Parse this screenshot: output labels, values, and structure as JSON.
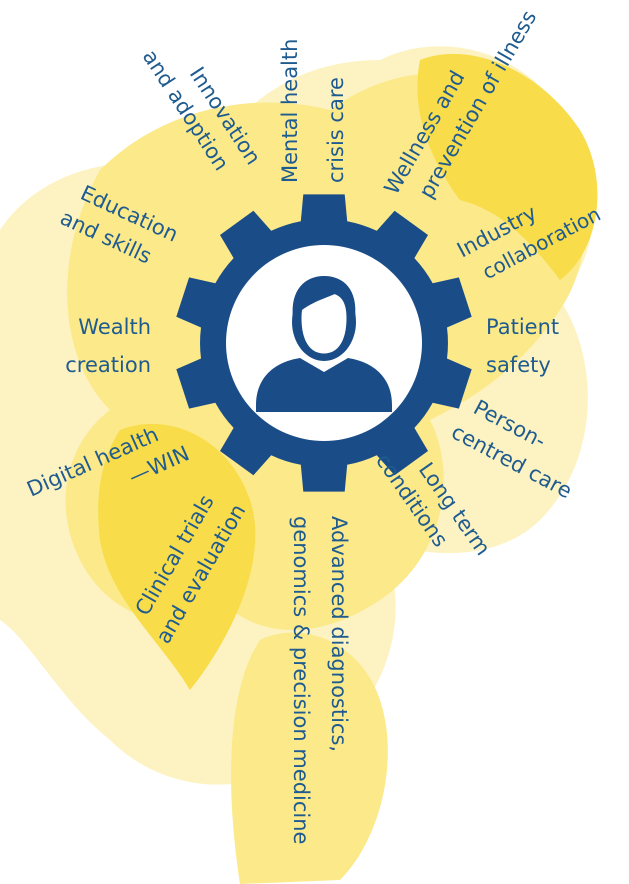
{
  "colors": {
    "gear": "#1a4d88",
    "text": "#1f5b8f",
    "blob_light": "#fdf3c2",
    "blob_mid": "#fbe98a",
    "blob_strong": "#f8dc4a",
    "white": "#ffffff"
  },
  "center_icon": "person-icon",
  "labels": {
    "mental_health": [
      "Mental health",
      "crisis care"
    ],
    "wellness": [
      "Wellness and",
      "prevention of illness"
    ],
    "innovation": [
      "Innovation",
      "and adoption"
    ],
    "industry": [
      "Industry",
      "collaboration"
    ],
    "education": [
      "Education",
      "and skills"
    ],
    "patient_safety": [
      "Patient",
      "safety"
    ],
    "wealth": [
      "Wealth",
      "creation"
    ],
    "person_centred": [
      "Person-",
      "centred care"
    ],
    "digital_health": [
      "Digital health",
      "—WIN"
    ],
    "long_term": [
      "Long term",
      "conditions"
    ],
    "clinical_trials": [
      "Clinical trials",
      "and evaluation"
    ],
    "advanced": [
      "Advanced diagnostics,",
      "genomics & precision medicine"
    ]
  }
}
